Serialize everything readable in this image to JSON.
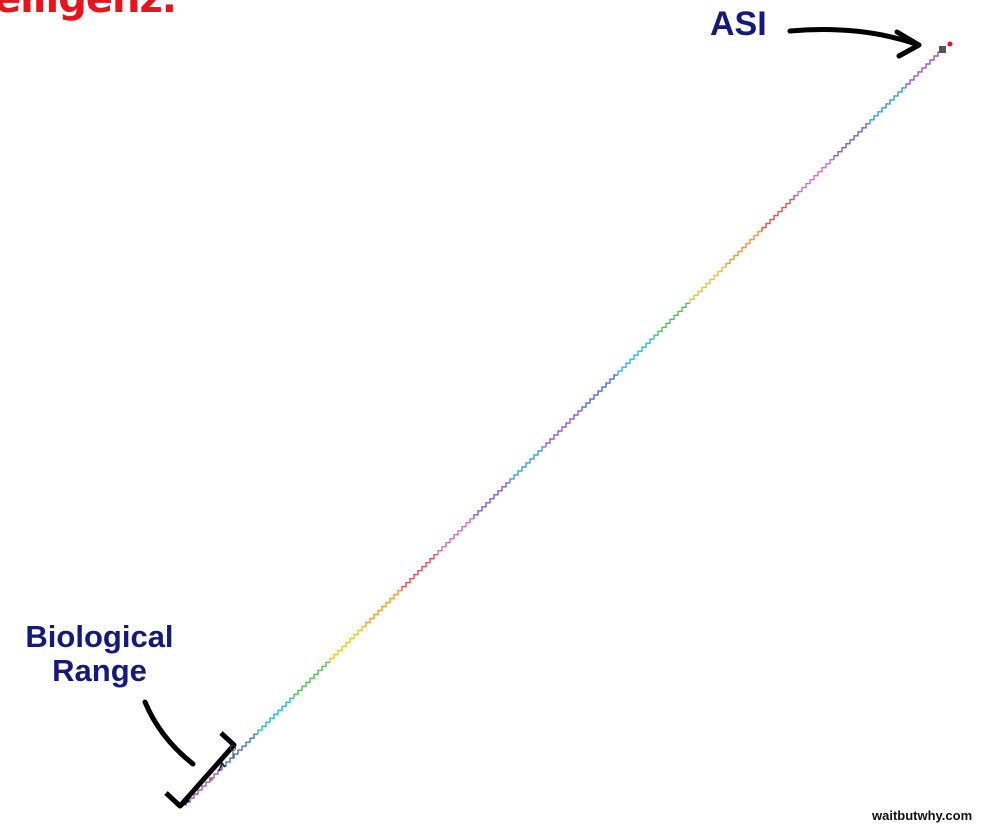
{
  "title_fragment": "elligenz.",
  "labels": {
    "asi": "ASI",
    "biological_line1": "Biological",
    "biological_line2": "Range"
  },
  "source": "waitbutwhy.com",
  "colors": {
    "title": "#e8141c",
    "label": "#141a78",
    "staircase": [
      "#9b59d6",
      "#4a6fe0",
      "#2fb5e8",
      "#56c256",
      "#f0c430",
      "#f59a3a",
      "#e85050",
      "#d06fd8",
      "#7b5fd4",
      "#3b9be0"
    ],
    "marks": "#111111"
  },
  "icons": [
    "arrow-icon",
    "bracket-icon",
    "stick-figure-icon",
    "square-marker-icon"
  ]
}
